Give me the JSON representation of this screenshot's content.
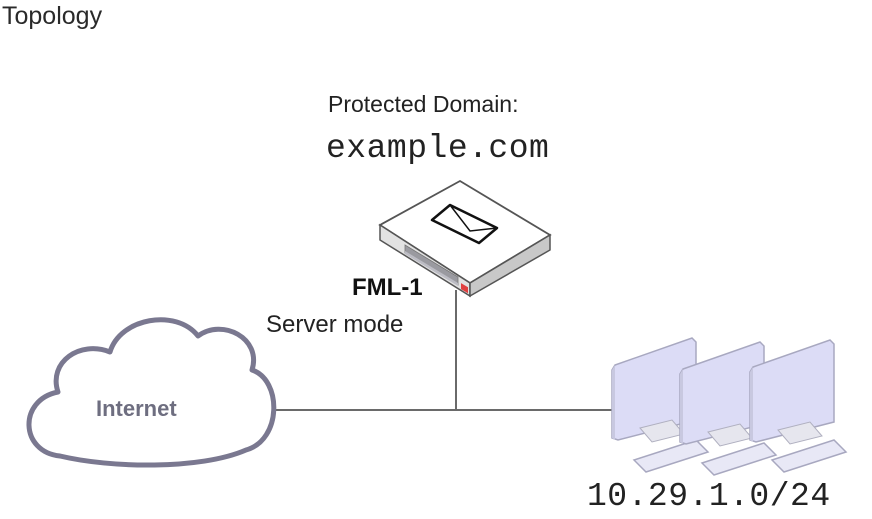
{
  "title": "Topology",
  "protected_domain": {
    "label": "Protected Domain:",
    "domain": "example.com"
  },
  "fortimail": {
    "name": "FML-1",
    "mode": "Server mode",
    "icon": "mail-appliance-icon"
  },
  "internet": {
    "label": "Internet",
    "icon": "cloud-icon"
  },
  "lan": {
    "subnet": "10.29.1.0/24",
    "icon": "workstations-icon",
    "workstation_count": 3
  },
  "colors": {
    "line": "#6a6a6a",
    "cloud_stroke": "#7a7890",
    "monitor_fill": "#dcdcf6",
    "monitor_stroke": "#a8a8c0",
    "appliance_red": "#e04040"
  }
}
